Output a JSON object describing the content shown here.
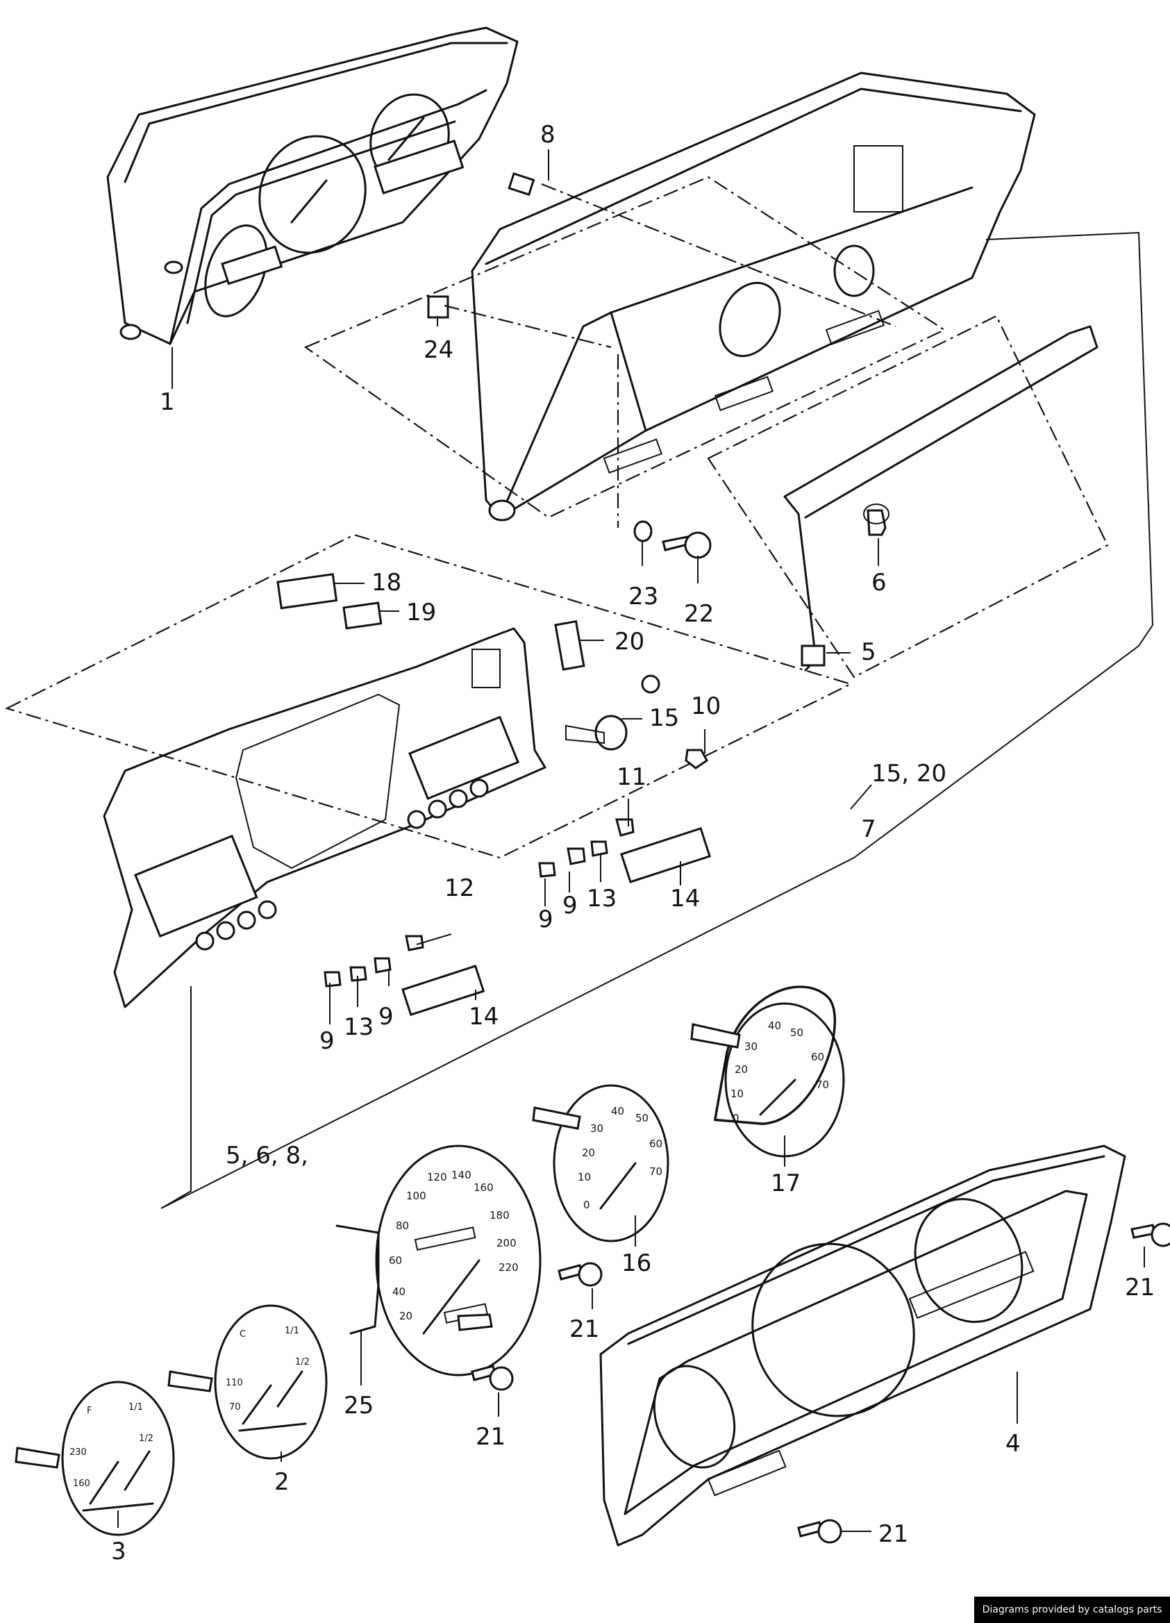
{
  "callouts": {
    "c1": "1",
    "c2": "2",
    "c3": "3",
    "c4": "4",
    "c5": "5",
    "c6": "6",
    "c7": "7",
    "c8": "8",
    "c9a": "9",
    "c9b": "9",
    "c9c": "9",
    "c9d": "9",
    "c10": "10",
    "c11": "11",
    "c12": "12",
    "c13a": "13",
    "c13b": "13",
    "c14a": "14",
    "c14b": "14",
    "c15": "15",
    "c15_20": "15, 20",
    "c16": "16",
    "c17": "17",
    "c18": "18",
    "c19": "19",
    "c20": "20",
    "c21a": "21",
    "c21b": "21",
    "c21c": "21",
    "c21d": "21",
    "c22": "22",
    "c23": "23",
    "c24": "24",
    "c25": "25",
    "c568": "5, 6, 8,"
  },
  "dial_marks": {
    "speedo": [
      "20",
      "40",
      "60",
      "80",
      "100",
      "120",
      "140",
      "160",
      "180",
      "200",
      "220"
    ],
    "tacho16": [
      "0",
      "10",
      "20",
      "30",
      "40",
      "50",
      "60",
      "70"
    ],
    "tacho17": [
      "0",
      "10",
      "20",
      "30",
      "40",
      "50",
      "60",
      "70"
    ],
    "gauge2": [
      "C",
      "110",
      "70",
      "1/1",
      "1/2"
    ],
    "gauge3": [
      "F",
      "230",
      "160",
      "1/1",
      "1/2"
    ]
  },
  "credit": "Diagrams provided by catalogs parts"
}
